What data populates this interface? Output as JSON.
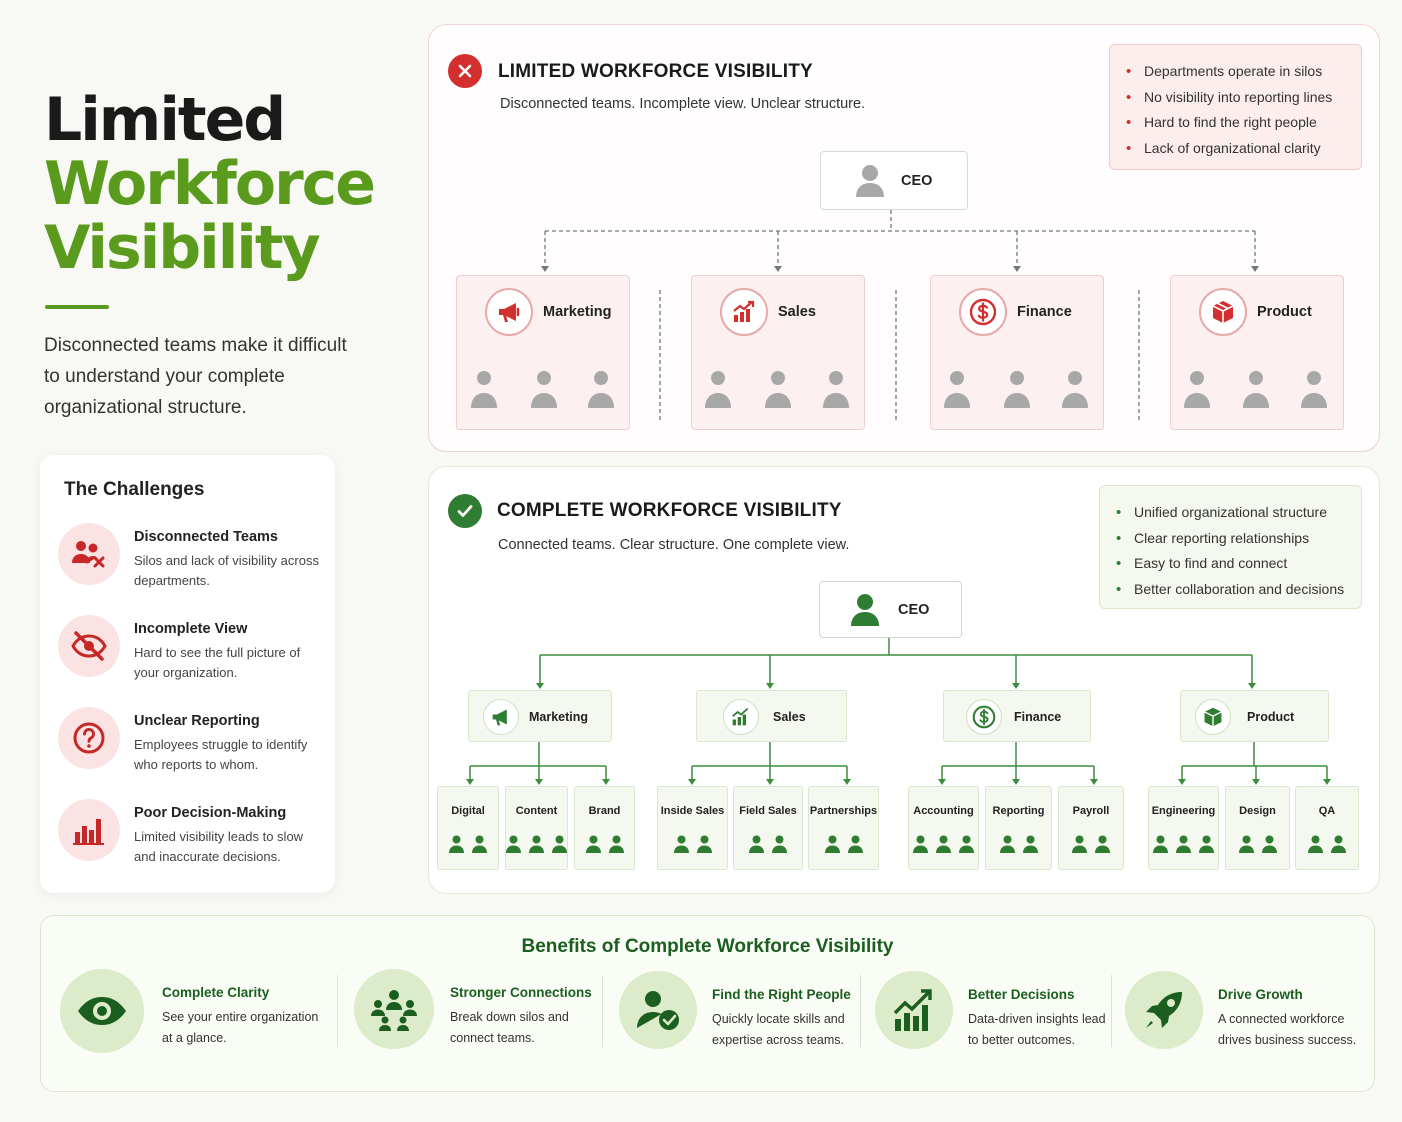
{
  "hero": {
    "title_line1": "Limited",
    "title_line2": "Workforce",
    "title_line3": "Visibility",
    "subtitle": "Disconnected teams make it difficult to understand your complete organizational structure."
  },
  "challenges": {
    "heading": "The Challenges",
    "items": [
      {
        "title": "Disconnected Teams",
        "desc": "Silos and lack of visibility across departments.",
        "icon": "users-x-icon"
      },
      {
        "title": "Incomplete View",
        "desc": "Hard to see the full picture of your organization.",
        "icon": "eye-off-icon"
      },
      {
        "title": "Unclear Reporting",
        "desc": "Employees struggle to identify who reports to whom.",
        "icon": "question-icon"
      },
      {
        "title": "Poor Decision-Making",
        "desc": "Limited visibility leads to slow and inaccurate decisions.",
        "icon": "bar-chart-icon"
      }
    ]
  },
  "limited": {
    "title": "LIMITED WORKFORCE VISIBILITY",
    "subtitle": "Disconnected teams. Incomplete view. Unclear structure.",
    "bullets": [
      "Departments operate in silos",
      "No visibility into reporting lines",
      "Hard to find the right people",
      "Lack of organizational clarity"
    ],
    "ceo": "CEO",
    "departments": [
      {
        "name": "Marketing",
        "icon": "megaphone-icon"
      },
      {
        "name": "Sales",
        "icon": "growth-chart-icon"
      },
      {
        "name": "Finance",
        "icon": "dollar-icon"
      },
      {
        "name": "Product",
        "icon": "box-icon"
      }
    ],
    "colors": {
      "accent": "#d32f2f",
      "person": "#a8a8a8"
    }
  },
  "complete": {
    "title": "COMPLETE WORKFORCE VISIBILITY",
    "subtitle": "Connected teams. Clear structure. One complete view.",
    "bullets": [
      "Unified organizational structure",
      "Clear reporting relationships",
      "Easy to find and connect",
      "Better collaboration and decisions"
    ],
    "ceo": "CEO",
    "departments": [
      {
        "name": "Marketing",
        "icon": "megaphone-icon"
      },
      {
        "name": "Sales",
        "icon": "growth-chart-icon"
      },
      {
        "name": "Finance",
        "icon": "dollar-icon"
      },
      {
        "name": "Product",
        "icon": "box-icon"
      }
    ],
    "teams": [
      {
        "name": "Digital",
        "people": 2
      },
      {
        "name": "Content",
        "people": 3
      },
      {
        "name": "Brand",
        "people": 2
      },
      {
        "name": "Inside Sales",
        "people": 2
      },
      {
        "name": "Field Sales",
        "people": 2
      },
      {
        "name": "Partnerships",
        "people": 2
      },
      {
        "name": "Accounting",
        "people": 3
      },
      {
        "name": "Reporting",
        "people": 2
      },
      {
        "name": "Payroll",
        "people": 2
      },
      {
        "name": "Engineering",
        "people": 3
      },
      {
        "name": "Design",
        "people": 2
      },
      {
        "name": "QA",
        "people": 2
      }
    ],
    "colors": {
      "accent": "#2e7d32",
      "brand": "#5a9a1c"
    }
  },
  "benefits": {
    "heading": "Benefits of Complete Workforce Visibility",
    "items": [
      {
        "title": "Complete Clarity",
        "desc": "See your entire organization at a glance.",
        "icon": "eye-icon"
      },
      {
        "title": "Stronger Connections",
        "desc": "Break down silos and connect teams.",
        "icon": "team-network-icon"
      },
      {
        "title": "Find the Right People",
        "desc": "Quickly locate skills and expertise across teams.",
        "icon": "user-check-icon"
      },
      {
        "title": "Better Decisions",
        "desc": "Data-driven insights lead to better outcomes.",
        "icon": "trend-chart-icon"
      },
      {
        "title": "Drive Growth",
        "desc": "A connected workforce drives business success.",
        "icon": "rocket-icon"
      }
    ]
  }
}
